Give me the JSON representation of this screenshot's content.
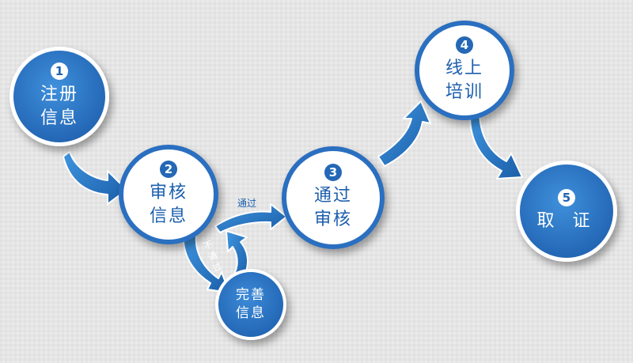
{
  "nodes": [
    {
      "num": "1",
      "line1": "注册",
      "line2": "信息"
    },
    {
      "num": "2",
      "line1": "审核",
      "line2": "信息"
    },
    {
      "num": "3",
      "line1": "通过",
      "line2": "审核"
    },
    {
      "num": "4",
      "line1": "线上",
      "line2": "培训"
    },
    {
      "num": "5",
      "line1": "取 证"
    }
  ],
  "side_node": {
    "line1": "完善",
    "line2": "信息"
  },
  "edges": {
    "pass_label": "通过",
    "fail_label": "不通过"
  },
  "colors": {
    "blue": "#2468b6",
    "blue_light": "#3f90dc",
    "background": "#ebebeb"
  }
}
